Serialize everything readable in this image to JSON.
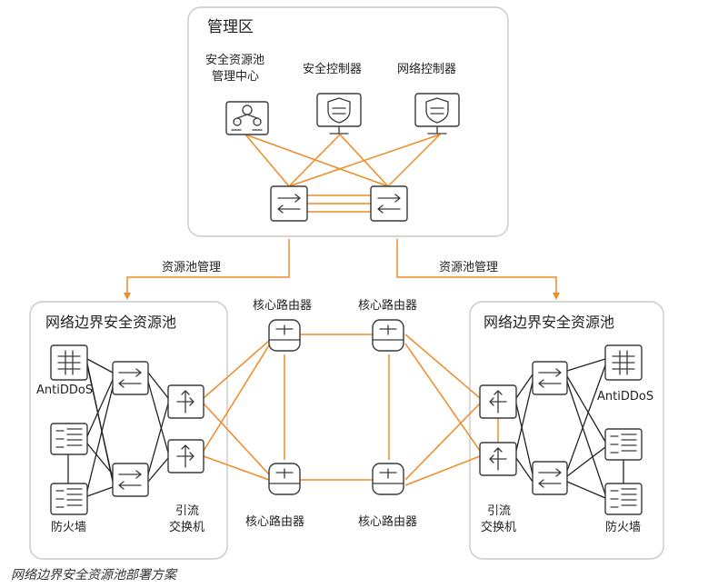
{
  "mgmt_zone": {
    "title": "管理区",
    "pool_center_line1": "安全资源池",
    "pool_center_line2": "管理中心",
    "security_controller": "安全控制器",
    "network_controller": "网络控制器"
  },
  "pool_mgmt_label": "资源池管理",
  "left_pool": {
    "title": "网络边界安全资源池",
    "antiddos": "AntiDDoS",
    "firewall": "防火墙",
    "diversion_line1": "引流",
    "diversion_line2": "交换机"
  },
  "right_pool": {
    "title": "网络边界安全资源池",
    "antiddos": "AntiDDoS",
    "firewall": "防火墙",
    "diversion_line1": "引流",
    "diversion_line2": "交换机"
  },
  "core_router": "核心路由器",
  "caption": "网络边界安全资源池部署方案",
  "colors": {
    "accent": "#f08a24",
    "line": "#222222",
    "border": "#c9c9c9"
  }
}
